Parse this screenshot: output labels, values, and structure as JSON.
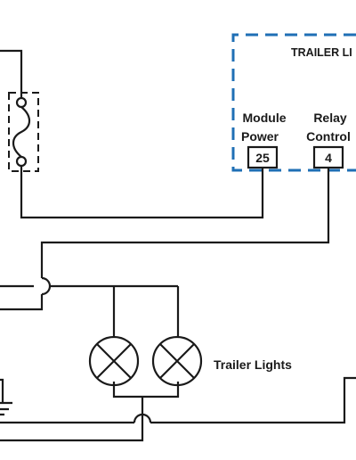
{
  "module": {
    "title": "TRAILER LI",
    "pins": [
      {
        "label_line1": "Module",
        "label_line2": "Power",
        "pin": "25"
      },
      {
        "label_line1": "Relay",
        "label_line2": "Control",
        "pin": "4"
      }
    ]
  },
  "lamps": {
    "label": "Trailer Lights"
  },
  "colors": {
    "module_border": "#1f6fb5",
    "wire": "#1a1a1a"
  }
}
